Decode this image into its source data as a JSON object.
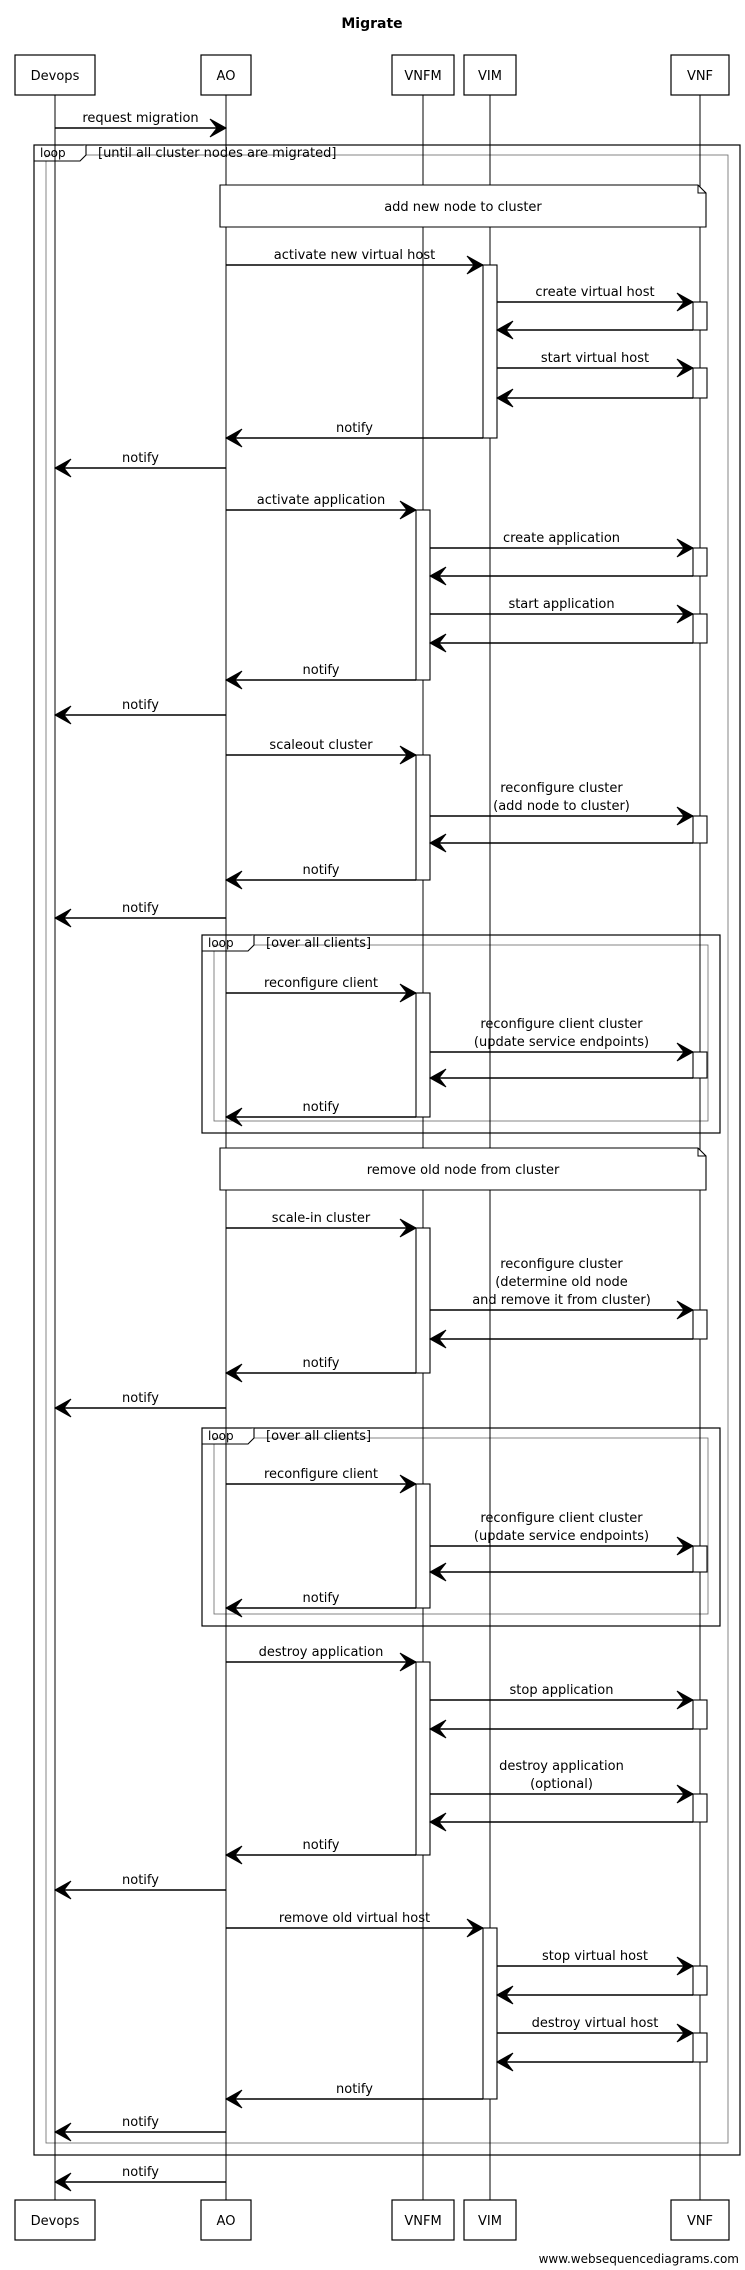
{
  "title": "Migrate",
  "watermark": "www.websequencediagrams.com",
  "participants": [
    {
      "id": "devops",
      "label": "Devops"
    },
    {
      "id": "ao",
      "label": "AO"
    },
    {
      "id": "vnfm",
      "label": "VNFM"
    },
    {
      "id": "vim",
      "label": "VIM"
    },
    {
      "id": "vnf",
      "label": "VNF"
    }
  ],
  "frames": [
    {
      "keyword": "loop",
      "condition": "[until all cluster nodes are migrated]"
    },
    {
      "keyword": "loop",
      "condition": "[over all clients]"
    },
    {
      "keyword": "loop",
      "condition": "[over all clients]"
    }
  ],
  "notes": [
    {
      "text": "add new node to cluster"
    },
    {
      "text": "remove old node from cluster"
    }
  ],
  "messages": [
    {
      "from": "devops",
      "to": "ao",
      "lines": [
        "request migration"
      ]
    },
    {
      "from": "ao",
      "to": "vim",
      "lines": [
        "activate new virtual host"
      ]
    },
    {
      "from": "vim",
      "to": "vnf",
      "lines": [
        "create virtual host"
      ]
    },
    {
      "from": "vnf",
      "to": "vim",
      "lines": []
    },
    {
      "from": "vim",
      "to": "vnf",
      "lines": [
        "start virtual host"
      ]
    },
    {
      "from": "vnf",
      "to": "vim",
      "lines": []
    },
    {
      "from": "vim",
      "to": "ao",
      "lines": [
        "notify"
      ]
    },
    {
      "from": "ao",
      "to": "devops",
      "lines": [
        "notify"
      ]
    },
    {
      "from": "ao",
      "to": "vnfm",
      "lines": [
        "activate application"
      ]
    },
    {
      "from": "vnfm",
      "to": "vnf",
      "lines": [
        "create application"
      ]
    },
    {
      "from": "vnf",
      "to": "vnfm",
      "lines": []
    },
    {
      "from": "vnfm",
      "to": "vnf",
      "lines": [
        "start application"
      ]
    },
    {
      "from": "vnf",
      "to": "vnfm",
      "lines": []
    },
    {
      "from": "vnfm",
      "to": "ao",
      "lines": [
        "notify"
      ]
    },
    {
      "from": "ao",
      "to": "devops",
      "lines": [
        "notify"
      ]
    },
    {
      "from": "ao",
      "to": "vnfm",
      "lines": [
        "scaleout cluster"
      ]
    },
    {
      "from": "vnfm",
      "to": "vnf",
      "lines": [
        "reconfigure cluster",
        "(add node to cluster)"
      ]
    },
    {
      "from": "vnf",
      "to": "vnfm",
      "lines": []
    },
    {
      "from": "vnfm",
      "to": "ao",
      "lines": [
        "notify"
      ]
    },
    {
      "from": "ao",
      "to": "devops",
      "lines": [
        "notify"
      ]
    },
    {
      "from": "ao",
      "to": "vnfm",
      "lines": [
        "reconfigure client"
      ]
    },
    {
      "from": "vnfm",
      "to": "vnf",
      "lines": [
        "reconfigure client cluster",
        "(update service endpoints)"
      ]
    },
    {
      "from": "vnf",
      "to": "vnfm",
      "lines": []
    },
    {
      "from": "vnfm",
      "to": "ao",
      "lines": [
        "notify"
      ]
    },
    {
      "from": "ao",
      "to": "vnfm",
      "lines": [
        "scale-in cluster"
      ]
    },
    {
      "from": "vnfm",
      "to": "vnf",
      "lines": [
        "reconfigure cluster",
        "(determine old node",
        "and remove it from cluster)"
      ]
    },
    {
      "from": "vnf",
      "to": "vnfm",
      "lines": []
    },
    {
      "from": "vnfm",
      "to": "ao",
      "lines": [
        "notify"
      ]
    },
    {
      "from": "ao",
      "to": "devops",
      "lines": [
        "notify"
      ]
    },
    {
      "from": "ao",
      "to": "vnfm",
      "lines": [
        "reconfigure client"
      ]
    },
    {
      "from": "vnfm",
      "to": "vnf",
      "lines": [
        "reconfigure client cluster",
        "(update service endpoints)"
      ]
    },
    {
      "from": "vnf",
      "to": "vnfm",
      "lines": []
    },
    {
      "from": "vnfm",
      "to": "ao",
      "lines": [
        "notify"
      ]
    },
    {
      "from": "ao",
      "to": "vnfm",
      "lines": [
        "destroy application"
      ]
    },
    {
      "from": "vnfm",
      "to": "vnf",
      "lines": [
        "stop application"
      ]
    },
    {
      "from": "vnf",
      "to": "vnfm",
      "lines": []
    },
    {
      "from": "vnfm",
      "to": "vnf",
      "lines": [
        "destroy application",
        "(optional)"
      ]
    },
    {
      "from": "vnf",
      "to": "vnfm",
      "lines": []
    },
    {
      "from": "vnfm",
      "to": "ao",
      "lines": [
        "notify"
      ]
    },
    {
      "from": "ao",
      "to": "devops",
      "lines": [
        "notify"
      ]
    },
    {
      "from": "ao",
      "to": "vim",
      "lines": [
        "remove old virtual host"
      ]
    },
    {
      "from": "vim",
      "to": "vnf",
      "lines": [
        "stop virtual host"
      ]
    },
    {
      "from": "vnf",
      "to": "vim",
      "lines": []
    },
    {
      "from": "vim",
      "to": "vnf",
      "lines": [
        "destroy virtual host"
      ]
    },
    {
      "from": "vnf",
      "to": "vim",
      "lines": []
    },
    {
      "from": "vim",
      "to": "ao",
      "lines": [
        "notify"
      ]
    },
    {
      "from": "ao",
      "to": "devops",
      "lines": [
        "notify"
      ]
    },
    {
      "from": "ao",
      "to": "devops",
      "lines": [
        "notify"
      ]
    }
  ]
}
